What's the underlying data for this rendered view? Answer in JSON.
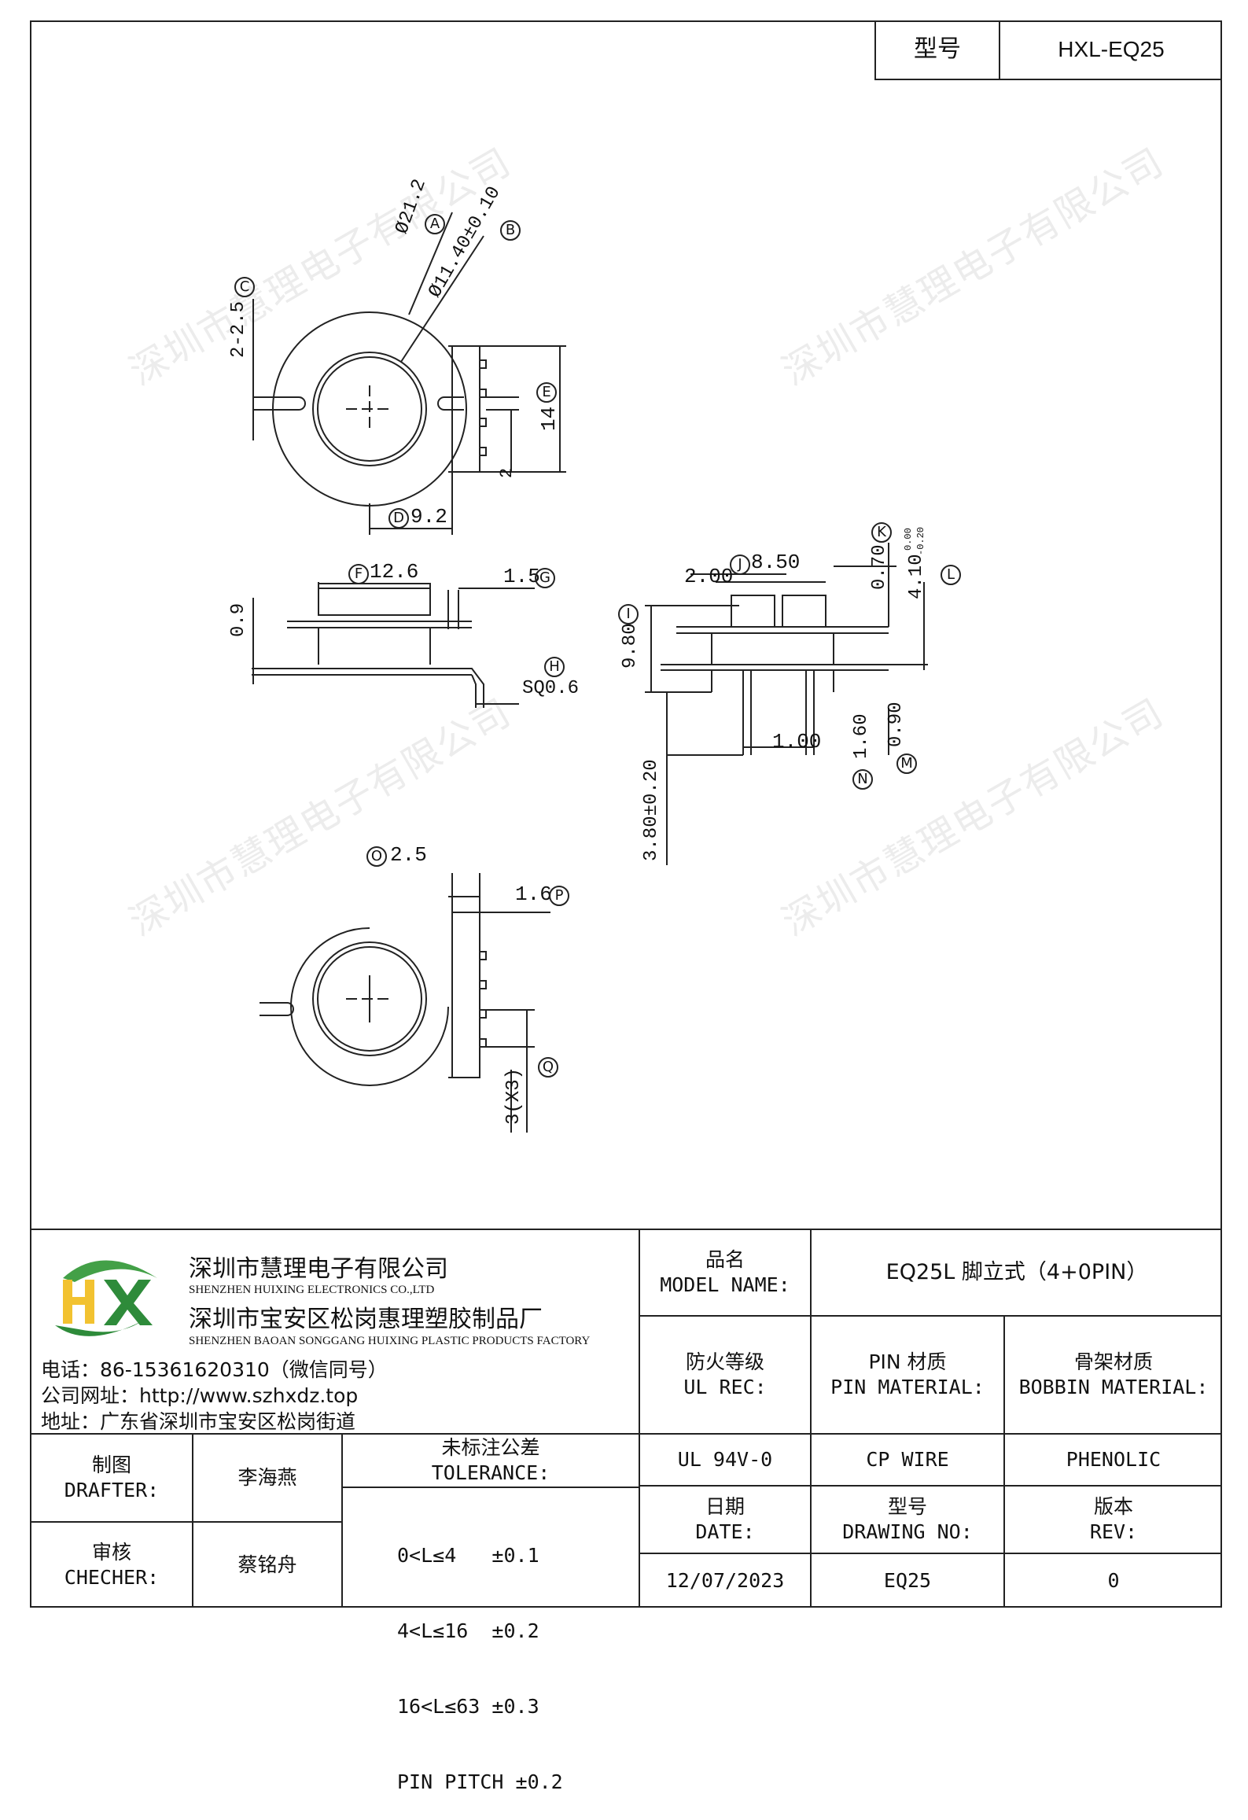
{
  "header": {
    "model_label": "型号",
    "model_value": "HXL-EQ25"
  },
  "watermark": "深圳市慧理电子有限公司",
  "drawing": {
    "top_view": {
      "dim_a": "Ø21.2",
      "dim_a_letter": "A",
      "dim_b": "Ø11.40±0.10",
      "dim_b_letter": "B",
      "dim_c": "2-2.5",
      "dim_c_letter": "C",
      "dim_d": "9.2",
      "dim_d_letter": "D",
      "dim_e": "14",
      "dim_e_letter": "E",
      "dim_two": "2"
    },
    "side_view": {
      "dim_f": "12.6",
      "dim_f_letter": "F",
      "dim_g": "1.5",
      "dim_g_letter": "G",
      "dim_09": "0.9",
      "dim_h": "SQ0.6",
      "dim_h_letter": "H"
    },
    "front_view": {
      "dim_j": "8.50",
      "dim_j_letter": "J",
      "dim_200": "2.00",
      "dim_i": "9.80",
      "dim_i_letter": "I",
      "dim_k": "0.70",
      "dim_k_letter": "K",
      "dim_l": "4.10",
      "dim_l_tol_top": "0.00",
      "dim_l_tol_bottom": "-0.20",
      "dim_l_letter": "L",
      "dim_100": "1.00",
      "dim_n": "1.60",
      "dim_n_letter": "N",
      "dim_m": "0.90",
      "dim_m_letter": "M",
      "dim_380": "3.80±0.20"
    },
    "bottom_view": {
      "dim_o": "2.5",
      "dim_o_letter": "O",
      "dim_p": "1.6",
      "dim_p_letter": "P",
      "dim_q": "3(X3)",
      "dim_q_letter": "Q"
    }
  },
  "company": {
    "logo_text": "HX",
    "name_cn": "深圳市慧理电子有限公司",
    "name_en": "SHENZHEN HUIXING ELECTRONICS CO.,LTD",
    "factory_cn": "深圳市宝安区松岗惠理塑胶制品厂",
    "factory_en": "SHENZHEN BAOAN SONGGANG HUIXING PLASTIC PRODUCTS FACTORY",
    "phone": "电话：86-15361620310（微信同号）",
    "website": "公司网址：http://www.szhxdz.top",
    "address": "地址：广东省深圳市宝安区松岗街道"
  },
  "title_block": {
    "model_name_cn": "品名",
    "model_name_en": "MODEL NAME:",
    "model_name_value": "EQ25L 脚立式（4+0PIN）",
    "ul_cn": "防火等级",
    "ul_en": "UL REC:",
    "pin_cn": "PIN 材质",
    "pin_en": "PIN MATERIAL:",
    "bobbin_cn": "骨架材质",
    "bobbin_en": "BOBBIN MATERIAL:",
    "ul_value": "UL 94V-0",
    "pin_value": "CP WIRE",
    "bobbin_value": "PHENOLIC",
    "date_cn": "日期",
    "date_en": "DATE:",
    "drawing_no_cn": "型号",
    "drawing_no_en": "DRAWING NO:",
    "rev_cn": "版本",
    "rev_en": "REV:",
    "date_value": "12/07/2023",
    "drawing_no_value": "EQ25",
    "rev_value": "0",
    "drafter_cn": "制图",
    "drafter_en": "DRAFTER:",
    "drafter_name": "李海燕",
    "checker_cn": "审核",
    "checker_en": "CHECHER:",
    "checker_name": "蔡铭舟",
    "tolerance_cn": "未标注公差",
    "tolerance_en": "TOLERANCE:",
    "tolerance_lines": [
      "0<L≤4   ±0.1",
      "4<L≤16  ±0.2",
      "16<L≤63 ±0.3",
      "PIN PITCH ±0.2"
    ]
  }
}
